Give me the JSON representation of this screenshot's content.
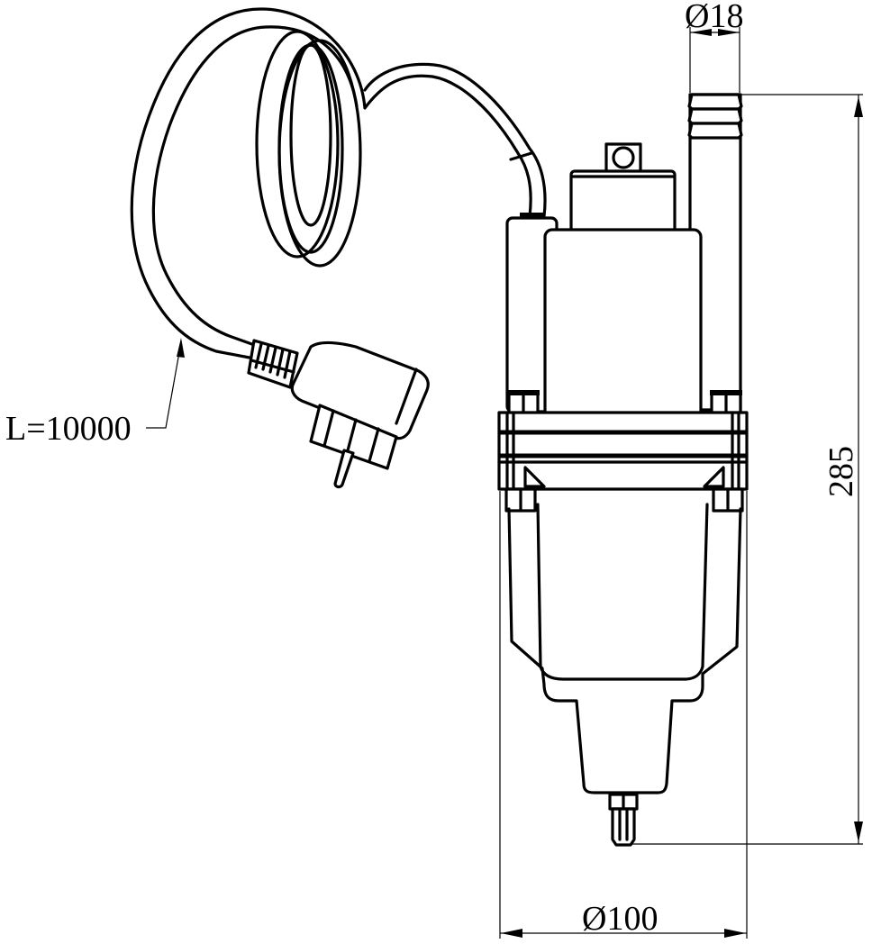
{
  "drawing": {
    "title": "Vibration pump technical drawing",
    "colors": {
      "line": "#000000",
      "background": "#ffffff"
    },
    "dimensions": {
      "outlet_diameter": "Ø18",
      "height": "285",
      "body_diameter": "Ø100",
      "cable_length": "L=10000"
    },
    "parts": {
      "cable": "power-cable",
      "plug": "power-plug",
      "outlet": "outlet-nozzle",
      "motor": "pump-body",
      "flange": "clamp-flange",
      "housing": "lower-housing",
      "inlet": "bottom-inlet"
    }
  }
}
